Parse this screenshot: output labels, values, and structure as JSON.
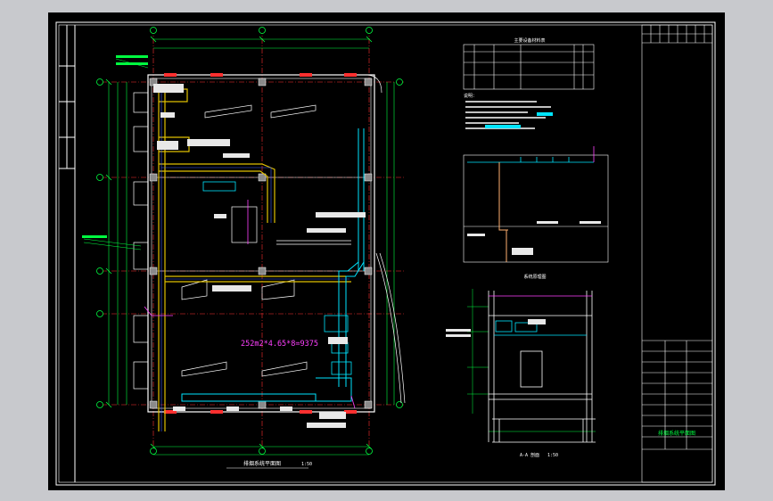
{
  "drawing": {
    "area_formula": "252m2*4.65*8=9375",
    "plan_title": "排烟系统平面图",
    "plan_scale": "1:50",
    "section_a_title": "系统原理图",
    "section_b_title": "A-A 剖面",
    "section_b_scale": "1:50",
    "notes_heading": "说明：",
    "equipment_table_title": "主要设备材料表",
    "title_block_stamp": "排烟系统平面图"
  },
  "colors": {
    "sheet_bg": "#000000",
    "viewport_bg": "#c8c9cd",
    "frame": "#ffffff",
    "wall": "#ffffff",
    "duct_yellow": "#e0c000",
    "duct_orange": "#ffb070",
    "duct_cyan": "#00e5ff",
    "dim_green": "#00ff40",
    "axis_red": "#ff3030",
    "purple": "#ff40ff",
    "column": "#8a8a8a",
    "label_fill": "#e8e8e8"
  },
  "icons": {
    "north": "door-swing-icon",
    "column": "column-square-icon",
    "axis": "axis-bubble-icon"
  }
}
